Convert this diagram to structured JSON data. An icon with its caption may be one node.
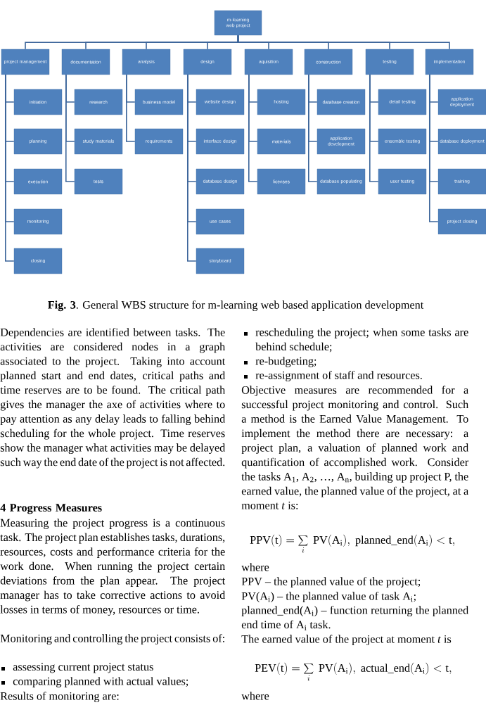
{
  "diagram": {
    "caption": "**Fig. 3**. General WBS structure for m-learning web based application development",
    "nodes": [
      {
        "text": [
          "m-learning web project"
        ]
      },
      {
        "text": [
          "project management"
        ]
      },
      {
        "text": [
          "documentation"
        ]
      },
      {
        "text": [
          "analysis"
        ]
      },
      {
        "text": [
          "design"
        ]
      },
      {
        "text": [
          "aquisition"
        ]
      },
      {
        "text": [
          "construction"
        ]
      },
      {
        "text": [
          "testing"
        ]
      },
      {
        "text": [
          "implementation"
        ]
      },
      {
        "text": [
          "initiation"
        ]
      },
      {
        "text": [
          "planning"
        ]
      },
      {
        "text": [
          "execution"
        ]
      },
      {
        "text": [
          "monitoring"
        ]
      },
      {
        "text": [
          "closing"
        ]
      },
      {
        "text": [
          "research"
        ]
      },
      {
        "text": [
          "study materials"
        ]
      },
      {
        "text": [
          "tests"
        ]
      },
      {
        "text": [
          "business model"
        ]
      },
      {
        "text": [
          "requirements"
        ]
      },
      {
        "text": [
          "website design"
        ]
      },
      {
        "text": [
          "interface design"
        ]
      },
      {
        "text": [
          "database design"
        ]
      },
      {
        "text": [
          "use cases"
        ]
      },
      {
        "text": [
          "storyboard"
        ]
      },
      {
        "text": [
          "hosting"
        ]
      },
      {
        "text": [
          "materials"
        ]
      },
      {
        "text": [
          "licenses"
        ]
      },
      {
        "text": [
          "database creation"
        ]
      },
      {
        "text": [
          "application development"
        ]
      },
      {
        "text": [
          "database populating"
        ]
      },
      {
        "text": [
          "detail testing"
        ]
      },
      {
        "text": [
          "ensemble testing"
        ]
      },
      {
        "text": [
          "user testing"
        ]
      },
      {
        "text": [
          "application deployment"
        ]
      },
      {
        "text": [
          "database deployment"
        ]
      },
      {
        "text": [
          "training"
        ]
      },
      {
        "text": [
          "project closing"
        ]
      }
    ],
    "edges": [
      {
        "from": 0,
        "to": 1,
        "arrow": "none"
      },
      {
        "from": 0,
        "to": 2,
        "arrow": "none"
      },
      {
        "from": 0,
        "to": 3,
        "arrow": "none"
      },
      {
        "from": 0,
        "to": 4,
        "arrow": "none"
      },
      {
        "from": 0,
        "to": 5,
        "arrow": "none"
      },
      {
        "from": 0,
        "to": 6,
        "arrow": "none"
      },
      {
        "from": 0,
        "to": 7,
        "arrow": "none"
      },
      {
        "from": 0,
        "to": 8,
        "arrow": "none"
      },
      {
        "from": 1,
        "to": 9,
        "arrow": "none"
      },
      {
        "from": 1,
        "to": 10,
        "arrow": "none"
      },
      {
        "from": 1,
        "to": 11,
        "arrow": "none"
      },
      {
        "from": 1,
        "to": 12,
        "arrow": "none"
      },
      {
        "from": 1,
        "to": 13,
        "arrow": "none"
      },
      {
        "from": 2,
        "to": 14,
        "arrow": "none"
      },
      {
        "from": 2,
        "to": 15,
        "arrow": "none"
      },
      {
        "from": 2,
        "to": 16,
        "arrow": "none"
      },
      {
        "from": 3,
        "to": 17,
        "arrow": "none"
      },
      {
        "from": 3,
        "to": 18,
        "arrow": "none"
      },
      {
        "from": 4,
        "to": 19,
        "arrow": "none"
      },
      {
        "from": 4,
        "to": 20,
        "arrow": "none"
      },
      {
        "from": 4,
        "to": 21,
        "arrow": "none"
      },
      {
        "from": 4,
        "to": 22,
        "arrow": "none"
      },
      {
        "from": 4,
        "to": 23,
        "arrow": "none"
      },
      {
        "from": 5,
        "to": 24,
        "arrow": "none"
      },
      {
        "from": 5,
        "to": 25,
        "arrow": "none"
      },
      {
        "from": 5,
        "to": 26,
        "arrow": "none"
      },
      {
        "from": 6,
        "to": 27,
        "arrow": "none"
      },
      {
        "from": 6,
        "to": 28,
        "arrow": "none"
      },
      {
        "from": 6,
        "to": 29,
        "arrow": "none"
      },
      {
        "from": 7,
        "to": 30,
        "arrow": "none"
      },
      {
        "from": 7,
        "to": 31,
        "arrow": "none"
      },
      {
        "from": 7,
        "to": 32,
        "arrow": "none"
      },
      {
        "from": 8,
        "to": 33,
        "arrow": "none"
      },
      {
        "from": 8,
        "to": 34,
        "arrow": "none"
      },
      {
        "from": 8,
        "to": 35,
        "arrow": "none"
      },
      {
        "from": 8,
        "to": 36,
        "arrow": "none"
      }
    ],
    "labels": [
      "Dependencies are identified between tasks. The activities are considered nodes in a graph associated to the project. Taking into account planned start and end dates, critical paths and time reserves are to be found. The critical path gives the manager the axe of activities where to pay attention as any delay leads to falling behind scheduling for the whole project. Time reserves show the manager what activities may be delayed such way the end date of the project is not affected.",
      "4 Progress Measures",
      "Measuring the project progress is a continuous task. The project plan establishes tasks, durations, resources, costs and performance criteria for the work done. When running the project certain deviations from the plan appear. The project manager has to take corrective actions to avoid losses in terms of money, resources or time.",
      "Monitoring and controlling the project consists of:",
      "assessing current project status",
      "comparing planned with actual values;",
      "Results of monitoring are:",
      "rescheduling the project; when some tasks are behind schedule;",
      "re-budgeting;",
      "re-assignment of staff and resources.",
      "Objective measures are recommended for a successful project monitoring and control. Such a method is the Earned Value Management. To implement the method there are necessary: a project plan, a valuation of planned work and quantification of accomplished work. Consider the tasks A$_{1}$, A$_{2}$, …, A$_{n}$, building up project P, the earned value, the planned value of the project, at a moment *t* is:",
      "\\mathrm{PPV(t)} = \\sum_{i}\\ \\mathrm{PV(A_{i}),\\ planned\\_end(A_{i})}<\\mathrm{t},",
      "where",
      "PPV – the planned value of the project;",
      "PV(A$_{i}$) – the planned value of task A$_{i}$;",
      "planned_end(A$_{i}$) – function returning the planned end time of A$_{i}$ task.",
      "The earned value of the project at moment *t* is",
      "\\mathrm{PEV(t)} = \\sum_{i}\\ \\mathrm{PV(A_{i}),\\ actual\\_end(A_{i})}<\\mathrm{t},",
      "where"
    ]
  }
}
